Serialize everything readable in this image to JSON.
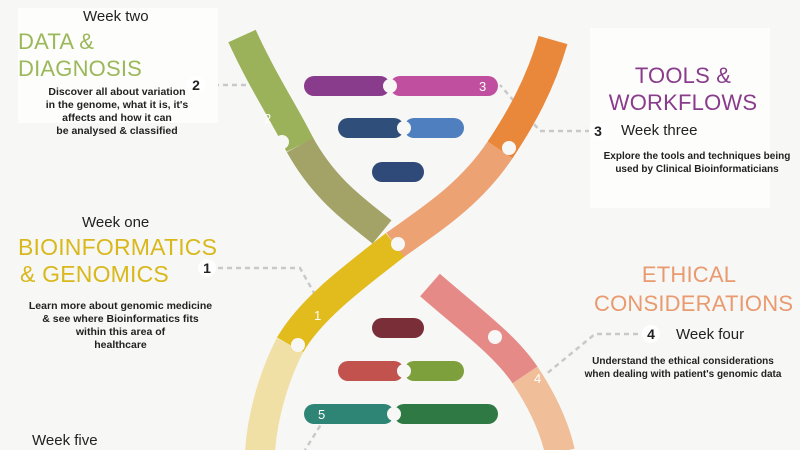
{
  "colors": {
    "background": "#f7f7f6",
    "green": "#9cb25a",
    "olive": "#a3a267",
    "orange": "#e9873a",
    "salmon": "#eda274",
    "yellow": "#e2bb1d",
    "cream": "#f1e0a6",
    "pink": "#e58a86",
    "peach": "#f0be98",
    "purple": "#8a3c8c",
    "magenta": "#c14fa0",
    "blue_dark": "#2f4f7a",
    "blue": "#4f7fbf",
    "navy": "#2f4a78",
    "maroon": "#7a2e37",
    "red": "#c1524e",
    "leaf_green": "#7ea03c",
    "teal": "#2f8575",
    "forest": "#2f7a44",
    "heading_green": "#9bb85a",
    "heading_purple": "#8a3c8c",
    "heading_yellow": "#d9b81c",
    "heading_orange": "#e99a6f"
  },
  "sections": {
    "data_diagnosis": {
      "week": "Week two",
      "heading": "DATA & DIAGNOSIS",
      "desc_lines": [
        "Discover all about variation",
        "in the genome, what it is, it's",
        "affects and how it can",
        "be analysed & classified"
      ],
      "number": "2"
    },
    "tools": {
      "heading_lines": [
        "TOOLS &",
        "WORKFLOWS"
      ],
      "week": "Week three",
      "desc_lines": [
        "Explore the tools and techniques being",
        "used by Clinical Bioinformaticians"
      ],
      "number": "3"
    },
    "bioinformatics": {
      "week": "Week one",
      "heading_lines": [
        "BIOINFORMATICS",
        "& GENOMICS"
      ],
      "desc_lines": [
        "Learn more about genomic medicine",
        "& see where Bioinformatics fits",
        "within this area of",
        "healthcare"
      ],
      "number": "1"
    },
    "ethical": {
      "heading_lines": [
        "ETHICAL",
        "CONSIDERATIONS"
      ],
      "week": "Week four",
      "desc_lines": [
        "Understand the ethical considerations",
        "when dealing with patient's genomic data"
      ],
      "number": "4"
    },
    "week_five": {
      "week": "Week five"
    }
  },
  "helix_numbers": {
    "two": "2",
    "three": "3",
    "one": "1",
    "four": "4",
    "five": "5"
  }
}
